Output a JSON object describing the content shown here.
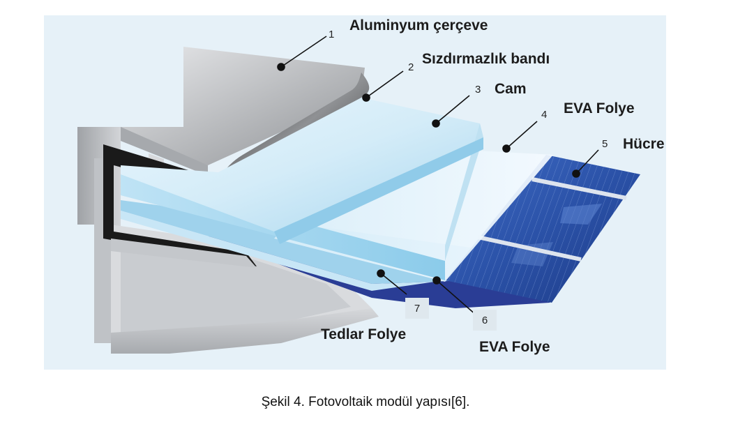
{
  "figure": {
    "labels": [
      {
        "number": "1",
        "text": "Aluminyum çerçeve"
      },
      {
        "number": "2",
        "text": "Sızdırmazlık bandı"
      },
      {
        "number": "3",
        "text": "Cam"
      },
      {
        "number": "4",
        "text": "EVA Folye"
      },
      {
        "number": "5",
        "text": "Hücre"
      },
      {
        "number": "6",
        "text": "EVA Folye"
      },
      {
        "number": "7",
        "text": "Tedlar Folye"
      }
    ]
  },
  "caption": "Şekil 4. Fotovoltaik modül yapısı[6].",
  "colors": {
    "background": "#e6f1f8",
    "aluminium": "#b9bcc0",
    "glass": "#c9e6f5",
    "cell": "#2a4ea6",
    "sealant": "#1b1b1b",
    "tedlar": "#233a93"
  }
}
